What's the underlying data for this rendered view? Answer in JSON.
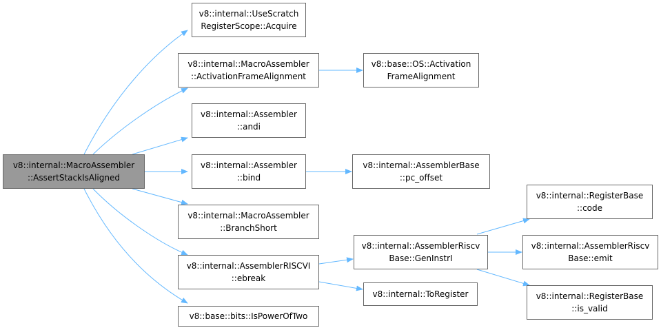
{
  "nodes": {
    "root": [
      "v8::internal::MacroAssembler",
      "::AssertStackIsAligned"
    ],
    "use_scratch": [
      "v8::internal::UseScratch",
      "RegisterScope::Acquire"
    ],
    "activation_frame_alignment": [
      "v8::internal::MacroAssembler",
      "::ActivationFrameAlignment"
    ],
    "os_activation_frame_alignment": [
      "v8::base::OS::Activation",
      "FrameAlignment"
    ],
    "andi": [
      "v8::internal::Assembler",
      "::andi"
    ],
    "bind": [
      "v8::internal::Assembler",
      "::bind"
    ],
    "pc_offset": [
      "v8::internal::AssemblerBase",
      "::pc_offset"
    ],
    "branch_short": [
      "v8::internal::MacroAssembler",
      "::BranchShort"
    ],
    "ebreak": [
      "v8::internal::AssemblerRISCVI",
      "::ebreak"
    ],
    "gen_instr_i": [
      "v8::internal::AssemblerRiscv",
      "Base::GenInstrI"
    ],
    "register_base_code": [
      "v8::internal::RegisterBase",
      "::code"
    ],
    "emit": [
      "v8::internal::AssemblerRiscv",
      "Base::emit"
    ],
    "is_valid": [
      "v8::internal::RegisterBase",
      "::is_valid"
    ],
    "to_register": [
      "v8::internal::ToRegister"
    ],
    "is_power_of_two": [
      "v8::base::bits::IsPowerOfTwo"
    ]
  },
  "colors": {
    "edge": "#63b8ff",
    "root_fill": "#999999",
    "border": "#666666"
  }
}
